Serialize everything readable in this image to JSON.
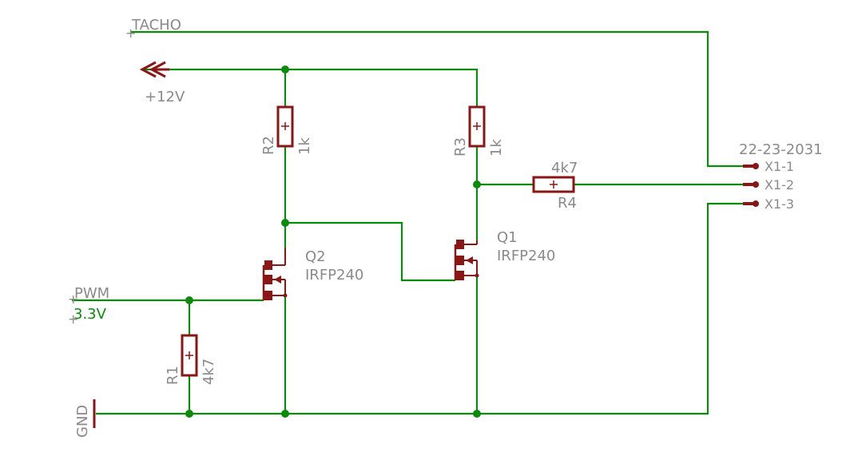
{
  "nets": {
    "tacho": "TACHO",
    "supply": "+12V",
    "pwm": "PWM",
    "pwm_level": "3.3V",
    "ground": "GND"
  },
  "resistors": {
    "r1": {
      "name": "R1",
      "value": "4k7"
    },
    "r2": {
      "name": "R2",
      "value": "1k"
    },
    "r3": {
      "name": "R3",
      "value": "1k"
    },
    "r4": {
      "name": "R4",
      "value": "4k7"
    }
  },
  "transistors": {
    "q1": {
      "name": "Q1",
      "value": "IRFP240"
    },
    "q2": {
      "name": "Q2",
      "value": "IRFP240"
    }
  },
  "connector": {
    "part": "22-23-2031",
    "pins": [
      "X1-1",
      "X1-2",
      "X1-3"
    ]
  },
  "colors": {
    "wire": "#0b8a0b",
    "component": "#8a1616",
    "label": "#8a8a8a"
  }
}
